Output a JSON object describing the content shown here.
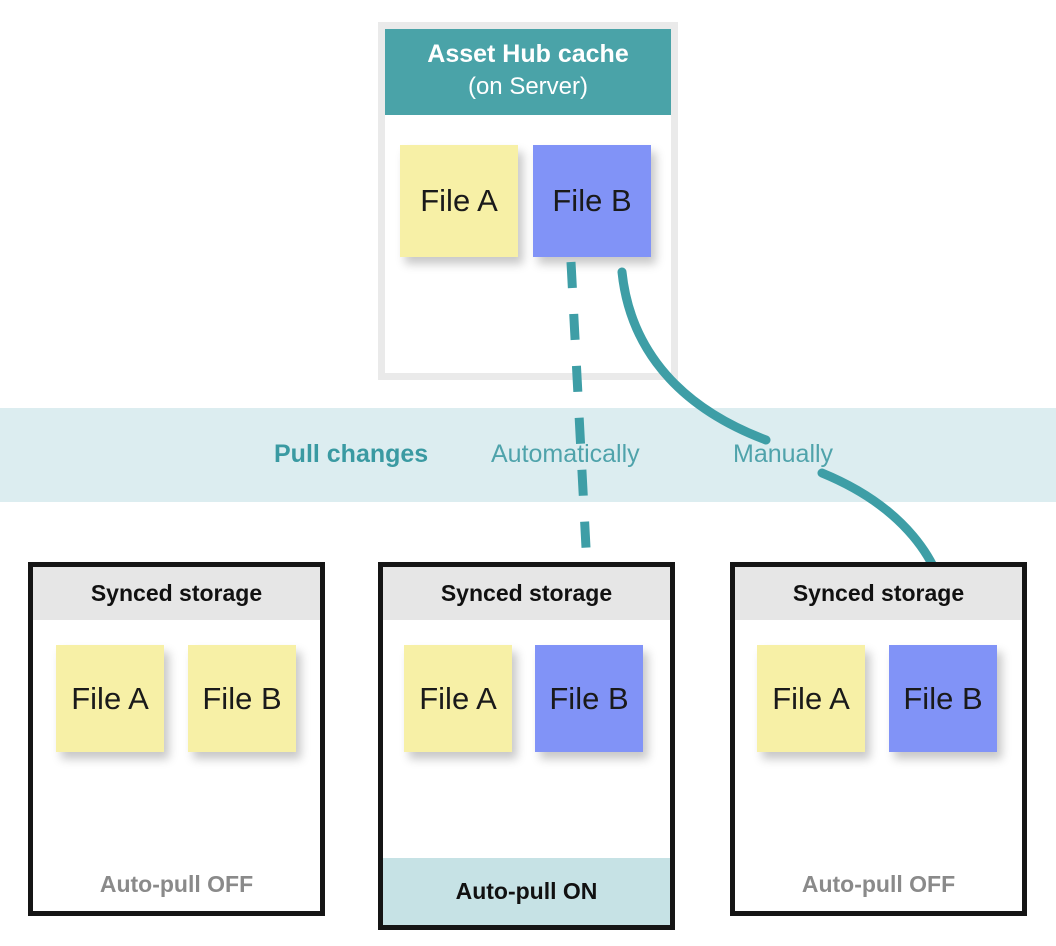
{
  "diagram": {
    "cache": {
      "title": "Asset Hub cache",
      "subtitle": "(on Server)",
      "notes": [
        {
          "label": "File A",
          "color": "yellow"
        },
        {
          "label": "File B",
          "color": "blue"
        }
      ]
    },
    "band": {
      "title": "Pull changes",
      "mode_automatic": "Automatically",
      "mode_manual": "Manually"
    },
    "storages": [
      {
        "header": "Synced storage",
        "footer": "Auto-pull OFF",
        "auto_pull": "OFF",
        "notes": [
          {
            "label": "File A",
            "color": "yellow"
          },
          {
            "label": "File B",
            "color": "yellow"
          }
        ]
      },
      {
        "header": "Synced storage",
        "footer": "Auto-pull ON",
        "auto_pull": "ON",
        "notes": [
          {
            "label": "File A",
            "color": "yellow"
          },
          {
            "label": "File B",
            "color": "blue"
          }
        ]
      },
      {
        "header": "Synced storage",
        "footer": "Auto-pull OFF",
        "auto_pull": "OFF",
        "notes": [
          {
            "label": "File A",
            "color": "yellow"
          },
          {
            "label": "File B",
            "color": "blue"
          }
        ]
      }
    ],
    "colors": {
      "teal_header": "#4aa3a8",
      "teal_arrow": "#3e9ea6",
      "band_bg": "#dcedf0",
      "note_yellow": "#f7f0a6",
      "note_blue": "#8193f7",
      "storage_header_bg": "#e6e6e6",
      "auto_pull_on_bg": "#c6e2e5",
      "auto_pull_off_text": "#8a8a8a"
    }
  }
}
